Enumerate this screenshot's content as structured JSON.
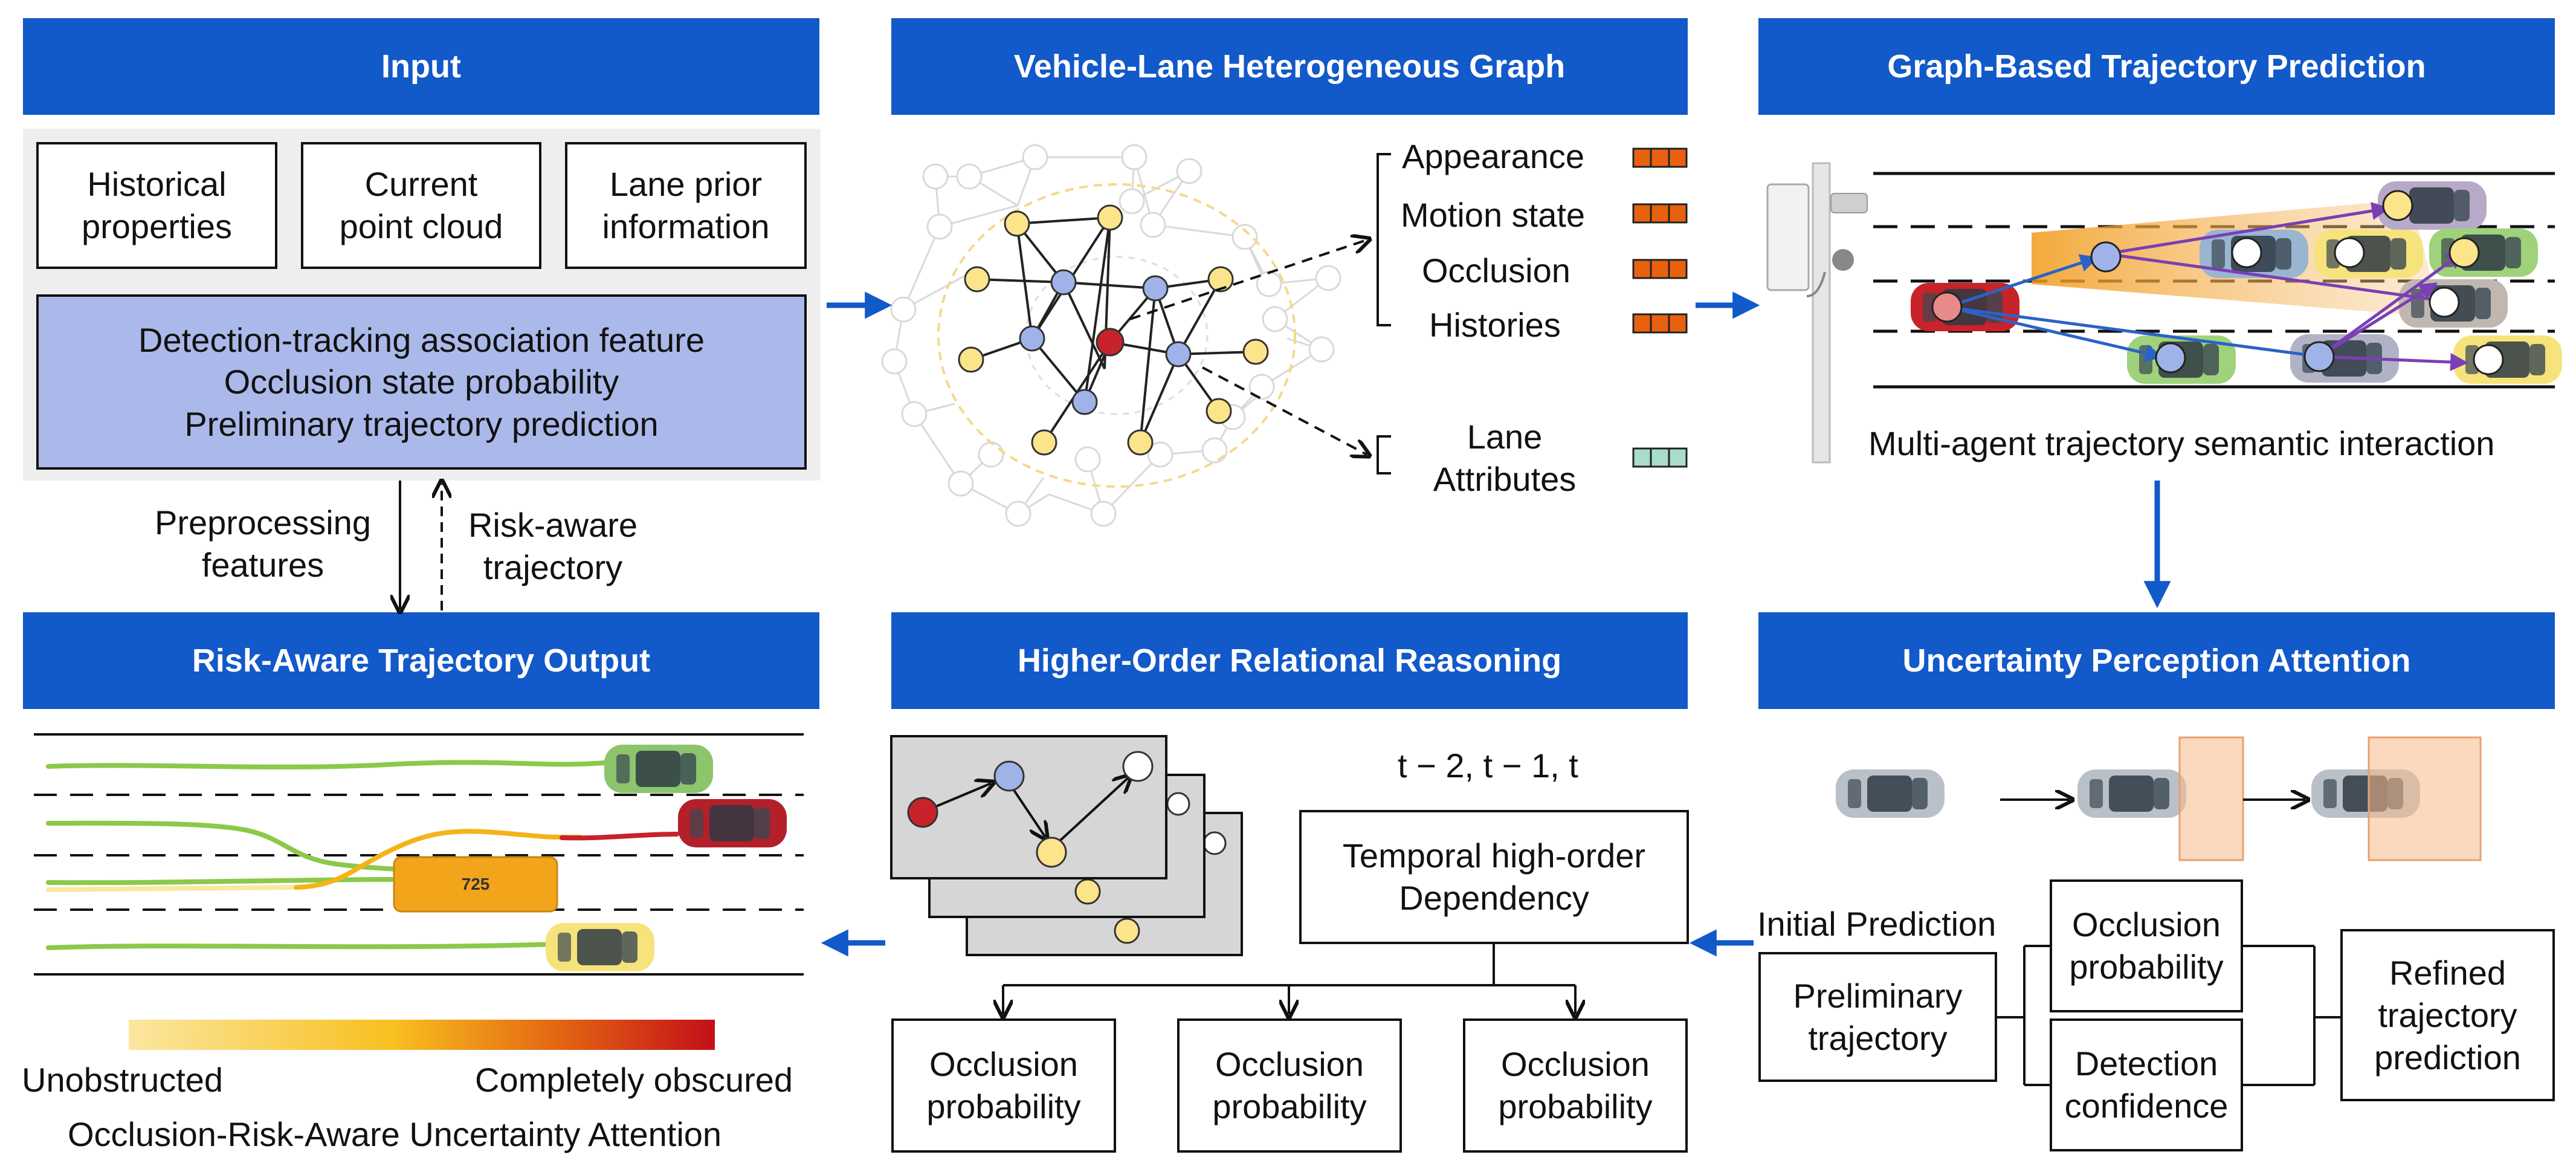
{
  "panels": {
    "input": "Input",
    "graph": "Vehicle-Lane Heterogeneous Graph",
    "prediction": "Graph-Based Trajectory Prediction",
    "output": "Risk-Aware Trajectory Output",
    "reasoning": "Higher-Order Relational Reasoning",
    "uncertainty": "Uncertainty Perception Attention"
  },
  "input": {
    "box1": [
      "Historical",
      "properties"
    ],
    "box2": [
      "Current",
      "point cloud"
    ],
    "box3": [
      "Lane prior",
      "information"
    ],
    "features": [
      "Detection-tracking association feature",
      "Occlusion state probability",
      "Preliminary trajectory prediction"
    ]
  },
  "flow": {
    "preprocessing": [
      "Preprocessing",
      "features"
    ],
    "risk_aware": [
      "Risk-aware",
      "trajectory"
    ]
  },
  "graph": {
    "attributes": [
      "Appearance",
      "Motion state",
      "Occlusion",
      "Histories"
    ],
    "lane": [
      "Lane",
      "Attributes"
    ]
  },
  "prediction": {
    "caption": "Multi-agent trajectory semantic interaction"
  },
  "uncertainty": {
    "initial": "Initial Prediction",
    "preliminary": [
      "Preliminary",
      "trajectory"
    ],
    "occlusion": [
      "Occlusion",
      "probability"
    ],
    "detection": [
      "Detection",
      "confidence"
    ],
    "refined": [
      "Refined",
      "trajectory",
      "prediction"
    ]
  },
  "reasoning": {
    "times": "t − 2, t − 1, t",
    "temporal": [
      "Temporal high-order",
      "Dependency"
    ],
    "outputs": [
      [
        "Occlusion",
        "probability"
      ],
      [
        "Occlusion",
        "probability"
      ],
      [
        "Occlusion",
        "probability"
      ]
    ]
  },
  "output": {
    "legend_left": "Unobstructed",
    "legend_right": "Completely obscured",
    "caption": "Occlusion-Risk-Aware Uncertainty Attention",
    "plate": "725"
  },
  "colors": {
    "header": "#1259c9",
    "feature_fill": "#aab9ea",
    "attr_orange": "#e8610f",
    "attr_teal": "#a8dccb",
    "node_yellow": "#fbe48a",
    "node_blue": "#9fb3e8",
    "node_red": "#c8222a",
    "traj_green": "#8bc94a",
    "traj_orange": "#f4b418",
    "traj_red": "#c8222a"
  }
}
